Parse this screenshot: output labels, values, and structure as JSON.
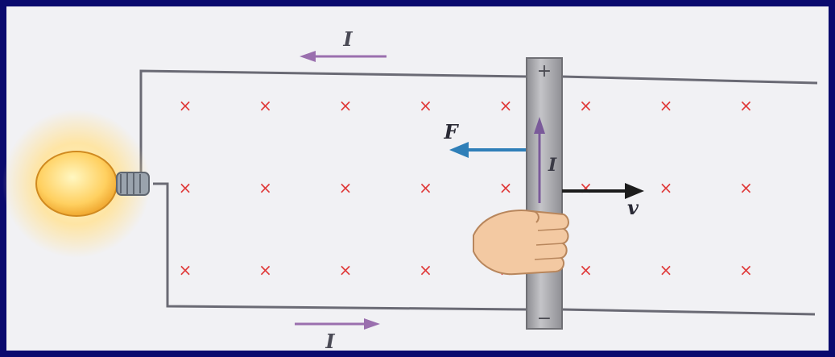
{
  "labels": {
    "current_top": "I",
    "current_bottom": "I",
    "current_rod": "I",
    "force": "F",
    "velocity": "v",
    "rod_plus": "+",
    "rod_minus": "−",
    "field_mark": "×"
  },
  "colors": {
    "background_border": "#0a0a6e",
    "panel": "#f1f1f4",
    "field_x": "#e03a3a",
    "wire": "#6a6a74",
    "current_arrow": "#9a6fae",
    "force_arrow": "#2f7fb8",
    "velocity_arrow": "#1c1c1c",
    "rod": "#a9a9ad",
    "bulb_glow": "#ffe8a8"
  },
  "field": {
    "direction": "into page",
    "rows": 3,
    "cols": 8
  }
}
